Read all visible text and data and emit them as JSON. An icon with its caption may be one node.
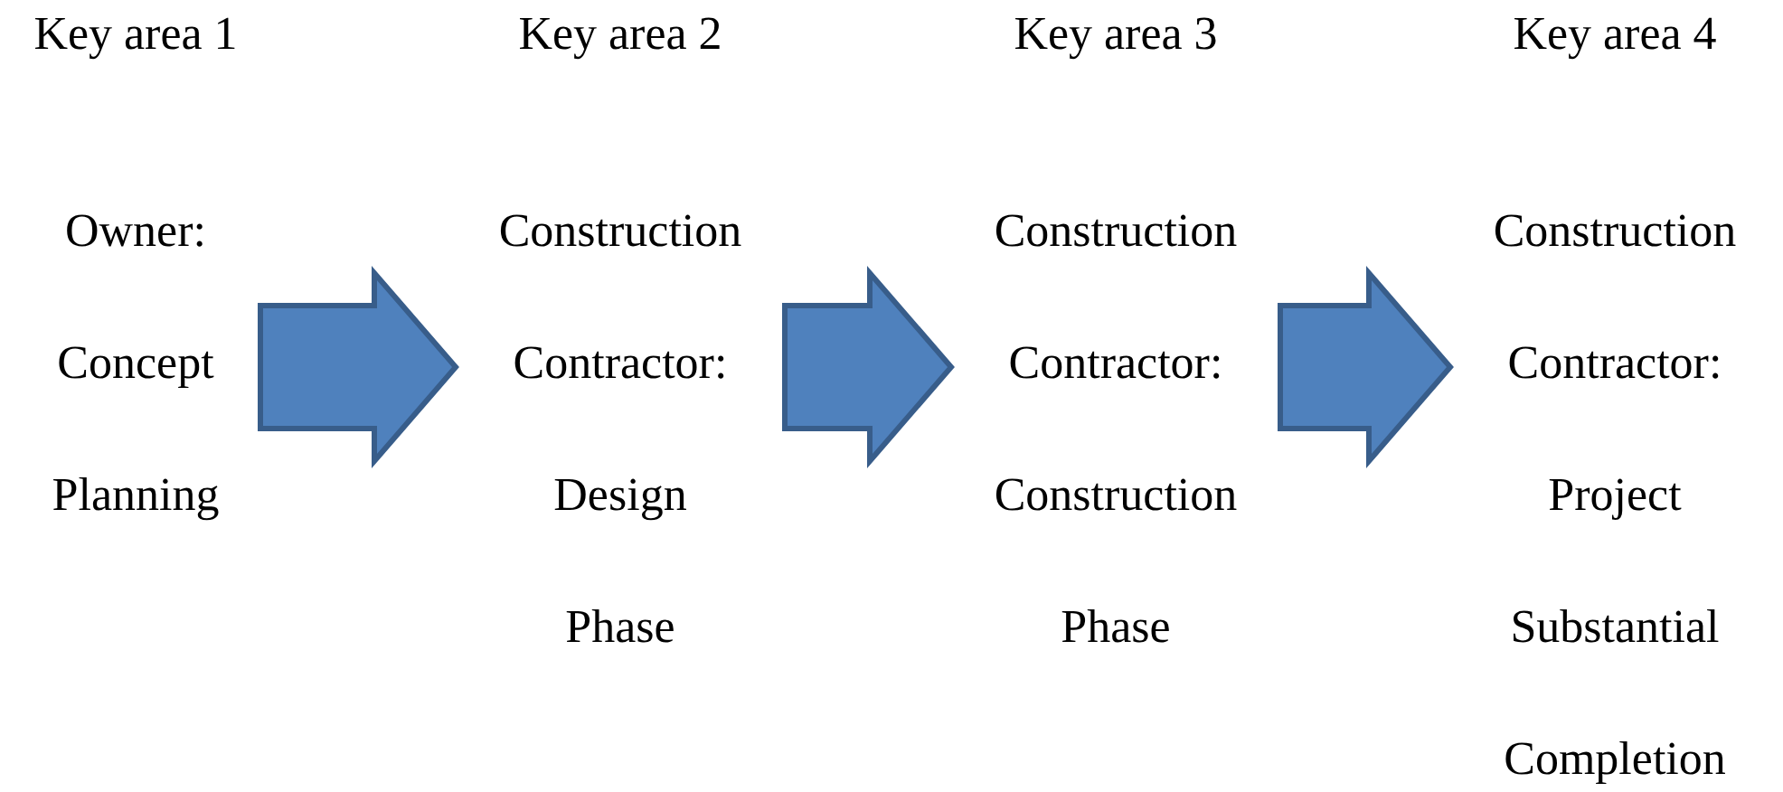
{
  "diagram": {
    "nodes": [
      {
        "text": [
          "Key area 1",
          "Owner: Concept Planning"
        ]
      },
      {
        "text": [
          "Key area 2",
          "Construction Contractor: Design Phase"
        ]
      },
      {
        "text": [
          "Key area 3",
          "Construction Contractor: Construction Phase"
        ]
      },
      {
        "text": [
          "Key area 4",
          "Construction Contractor: Project Substantial Completion"
        ]
      }
    ],
    "edges": [
      {
        "from": 0,
        "to": 1,
        "arrow": "to"
      },
      {
        "from": 1,
        "to": 2,
        "arrow": "to"
      },
      {
        "from": 2,
        "to": 3,
        "arrow": "to"
      }
    ]
  }
}
